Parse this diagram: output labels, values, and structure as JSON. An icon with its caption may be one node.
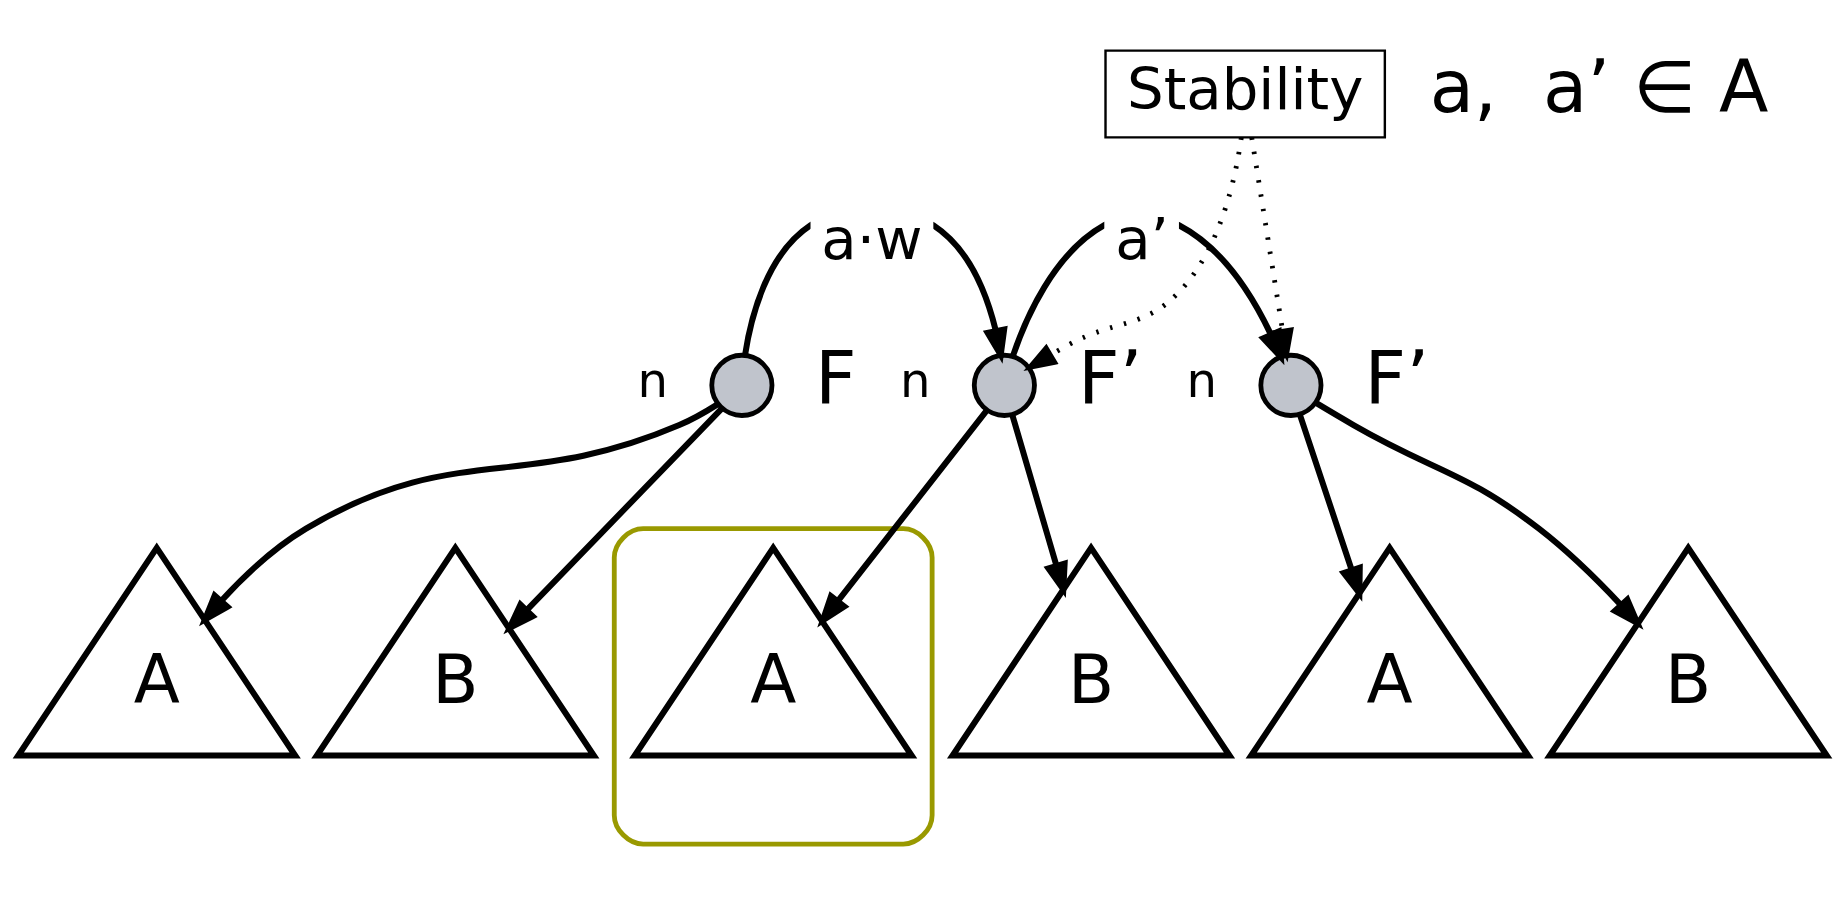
{
  "diagram": {
    "nodes": [
      {
        "text": [],
        "shape": "circle",
        "beside": [
          "n",
          "F"
        ]
      },
      {
        "text": [
          "A"
        ]
      },
      {
        "text": [
          "B"
        ]
      },
      {
        "text": [],
        "shape": "circle",
        "beside": [
          "n",
          "F’"
        ]
      },
      {
        "text": [],
        "shape": "ellipse"
      },
      {
        "text": [
          "A"
        ],
        "in": 4
      },
      {
        "text": [
          "B"
        ]
      },
      {
        "text": [],
        "shape": "circle",
        "beside": [
          "n",
          "F’"
        ]
      },
      {
        "text": [
          "A"
        ]
      },
      {
        "text": [
          "B"
        ]
      },
      {
        "text": [
          "Stability"
        ]
      }
    ],
    "edges": [
      {
        "from": 0,
        "to": 1,
        "arrow": "to"
      },
      {
        "from": 0,
        "to": 2,
        "arrow": "to"
      },
      {
        "from": 0,
        "to": 3,
        "arrow": "to",
        "label": "a·w"
      },
      {
        "from": 3,
        "to": 5,
        "arrow": "to"
      },
      {
        "from": 3,
        "to": 6,
        "arrow": "to"
      },
      {
        "from": 3,
        "to": 7,
        "arrow": "to",
        "label": "a’"
      },
      {
        "from": 7,
        "to": 8,
        "arrow": "to"
      },
      {
        "from": 7,
        "to": 9,
        "arrow": "to"
      },
      {
        "from": 10,
        "to": 3,
        "arrow": "to",
        "style": "dashed"
      },
      {
        "from": 10,
        "to": 7,
        "arrow": "to",
        "style": "dashed"
      }
    ],
    "labels": [
      "a,  a’ ∈ A"
    ]
  }
}
